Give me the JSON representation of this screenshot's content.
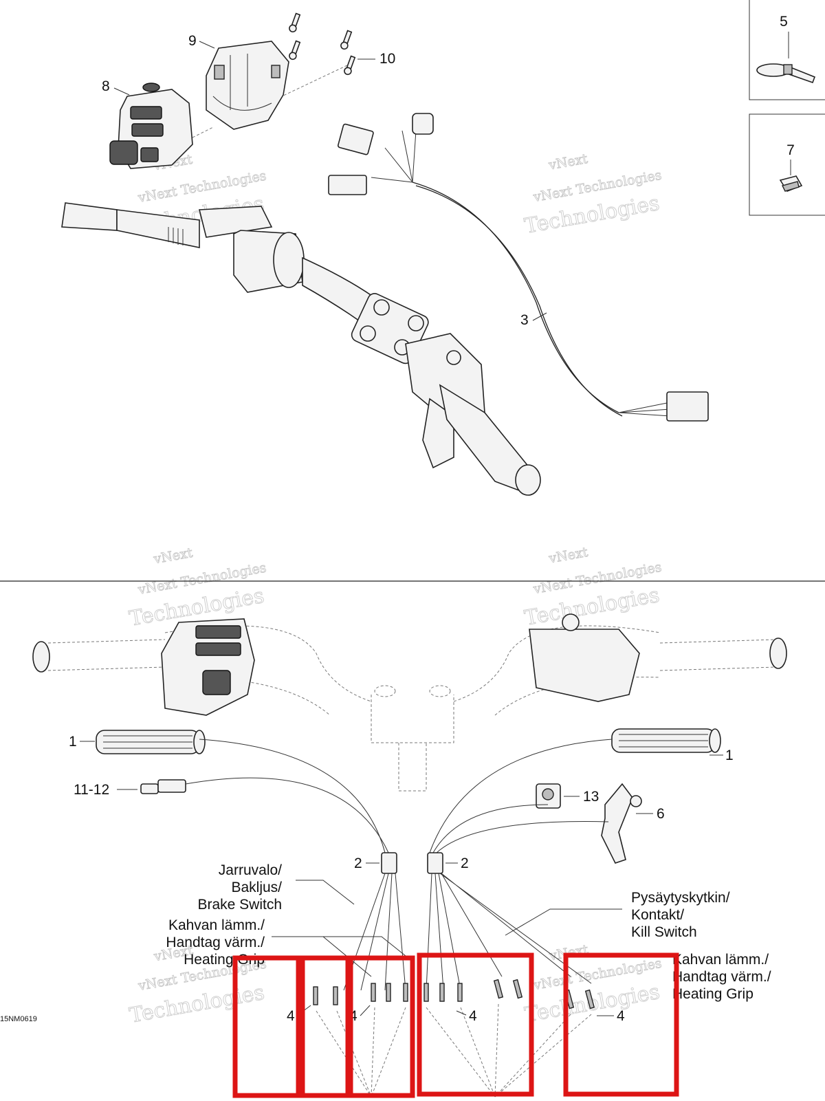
{
  "diagram": {
    "drawing_code": "15NM0619",
    "callouts": {
      "c1_left": "1",
      "c1_right": "1",
      "c2_left": "2",
      "c2_right": "2",
      "c3": "3",
      "c4_a": "4",
      "c4_b": "4",
      "c4_c": "4",
      "c4_d": "4",
      "c5": "5",
      "c6": "6",
      "c7": "7",
      "c8": "8",
      "c9": "9",
      "c10": "10",
      "c11_12": "11-12",
      "c13": "13"
    },
    "labels": {
      "brake_switch": [
        "Jarruvalo/",
        "Bakljus/",
        "Brake Switch"
      ],
      "heating_grip_left": [
        "Kahvan lämm./",
        "Handtag värm./",
        "Heating Grip"
      ],
      "kill_switch": [
        "Pysäytyskytkin/",
        "Kontakt/",
        "Kill Switch"
      ],
      "heating_grip_right": [
        "Kahvan lämm./",
        "Handtag värm./",
        "Heating Grip"
      ]
    },
    "watermark": [
      "vNext",
      "vNext Technologies",
      "Technologies"
    ],
    "highlight_color": "#dd1515"
  }
}
